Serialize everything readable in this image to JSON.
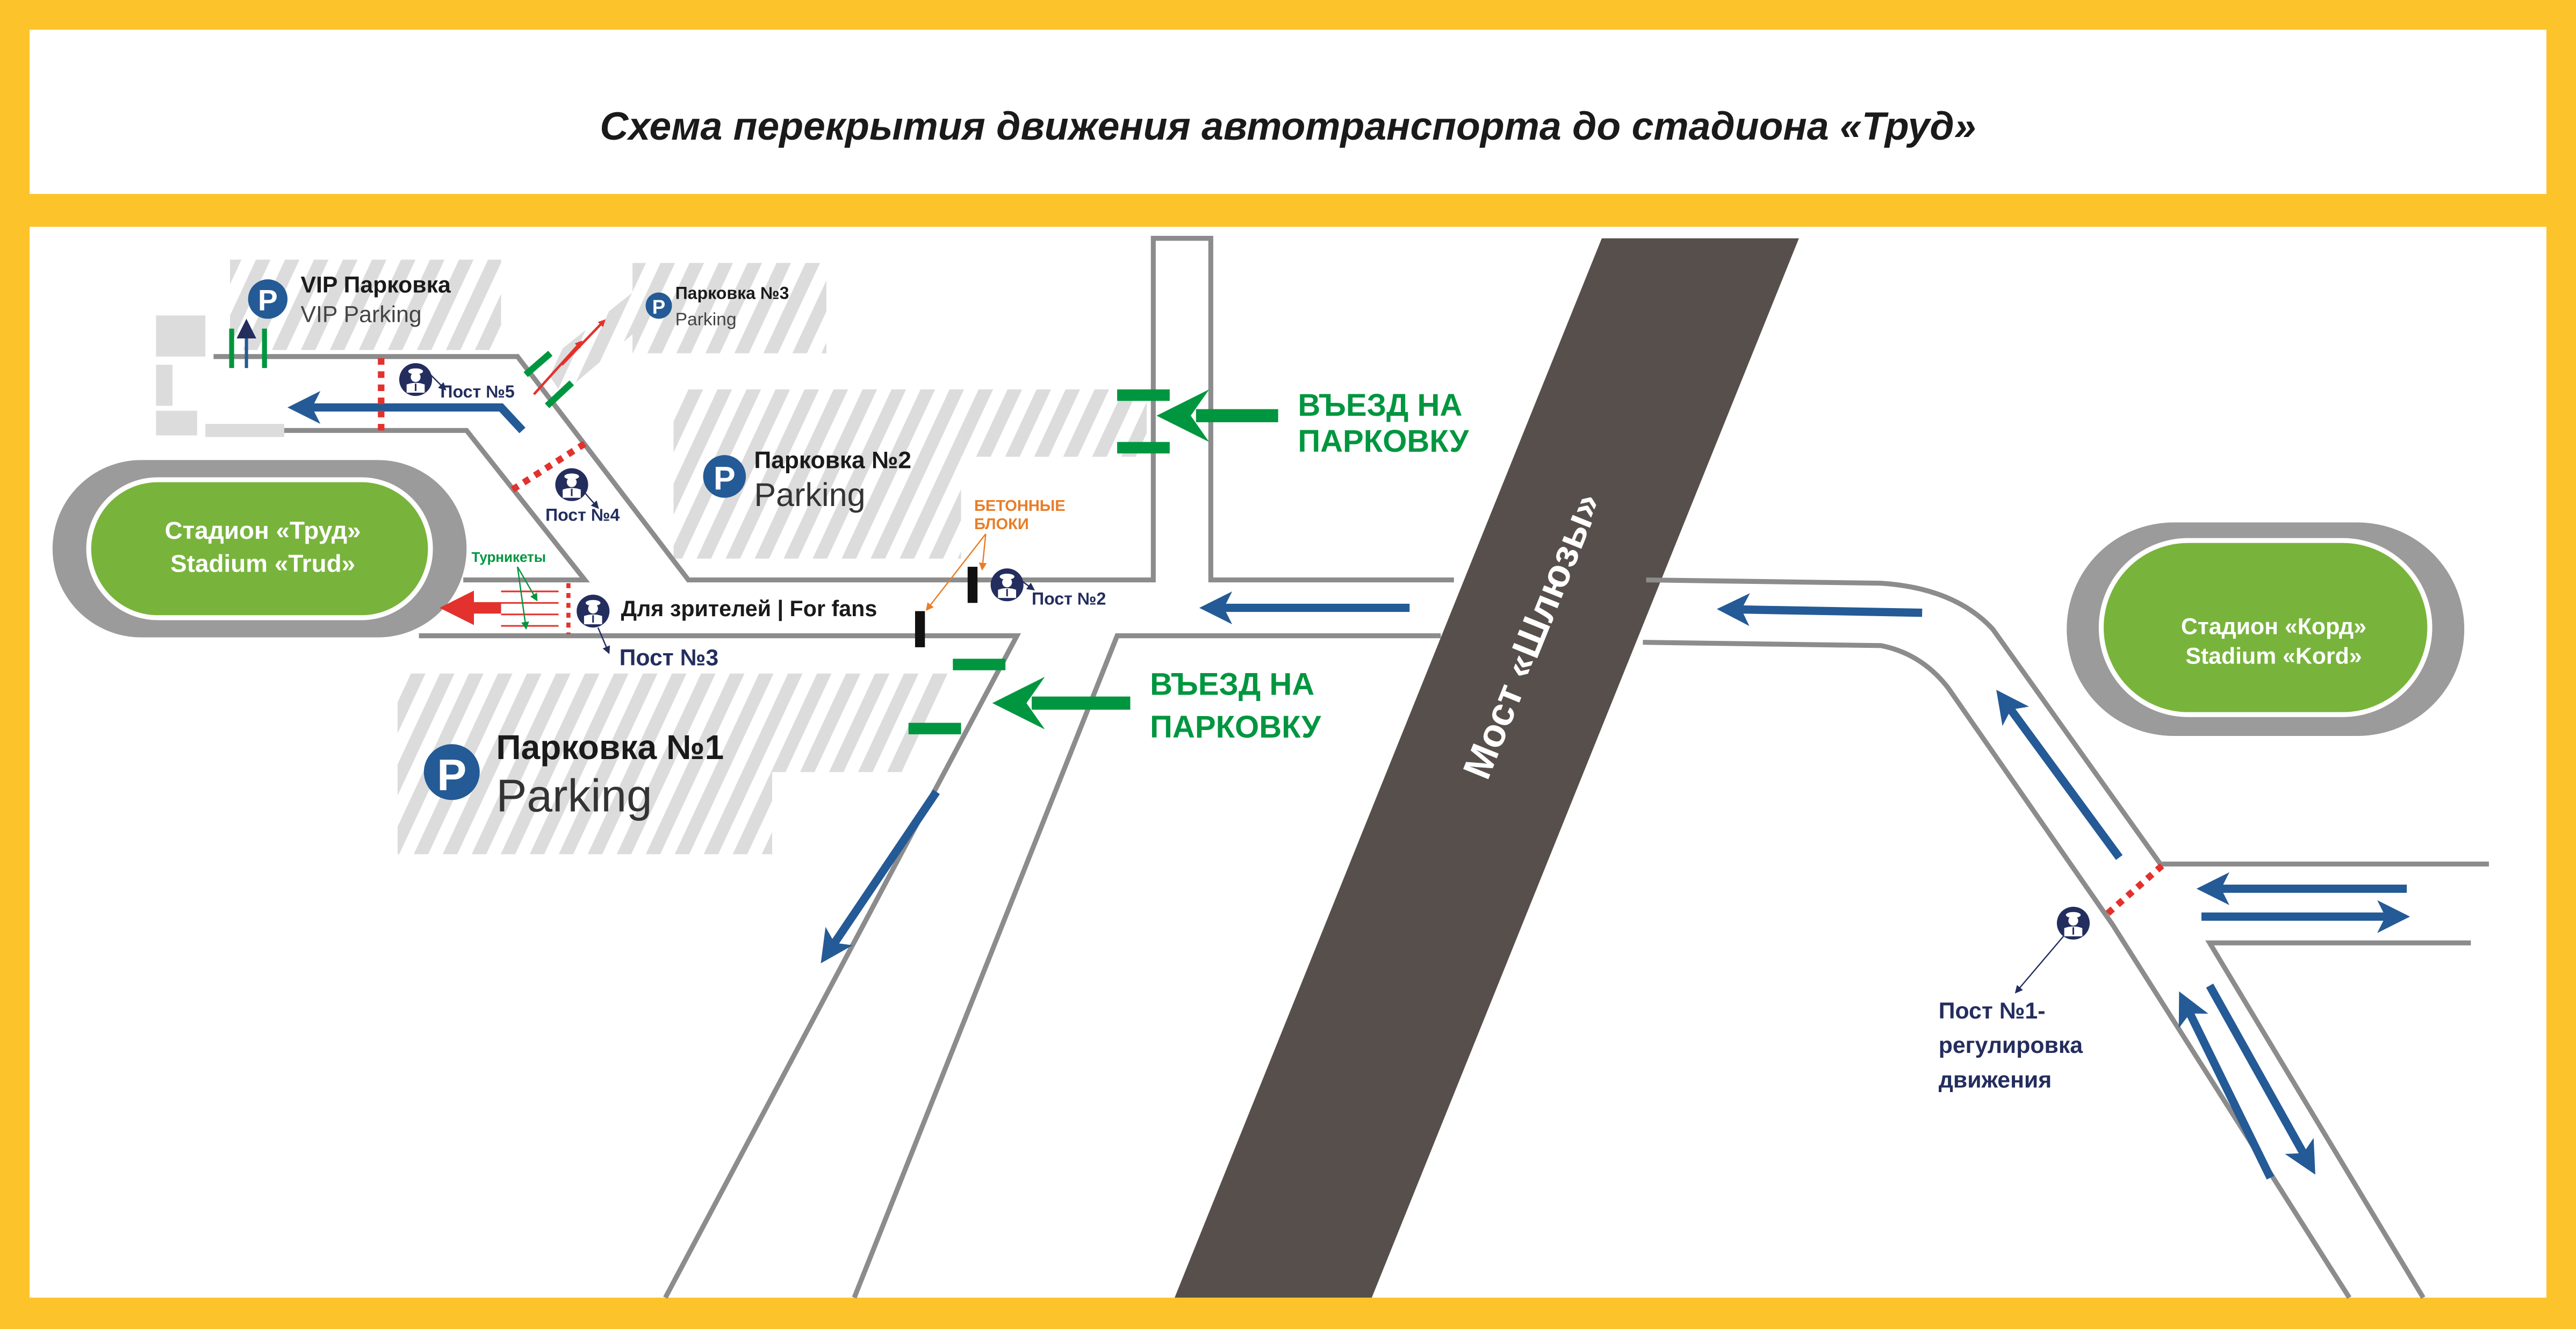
{
  "title": "Схема перекрытия движения автотранспорта до стадиона «Труд»",
  "colors": {
    "frame": "#fcc42a",
    "road": "#8c8c8c",
    "bridge": "#574f4b",
    "stadium": "#78b43c",
    "blue_arrow": "#245a96",
    "green": "#00963f",
    "red": "#e3312d",
    "navy": "#232d5e",
    "orange": "#e87d28"
  },
  "parkings": {
    "vip": {
      "line1": "VIP Парковка",
      "line2": "VIP Parking",
      "icon": "parking-icon"
    },
    "p3": {
      "line1": "Парковка №3",
      "line2": "Parking",
      "icon": "parking-icon"
    },
    "p2": {
      "line1": "Парковка №2",
      "line2": "Parking",
      "icon": "parking-icon"
    },
    "p1": {
      "line1": "Парковка №1",
      "line2": "Parking",
      "icon": "parking-icon"
    }
  },
  "stadiums": {
    "trud": {
      "line1": "Стадион «Труд»",
      "line2": "Stadium «Trud»"
    },
    "kord": {
      "line1": "Стадион «Корд»",
      "line2": "Stadium «Kord»"
    }
  },
  "bridge": "Мост «Шлюзы»",
  "entries": {
    "upper": {
      "line1": "ВЪЕЗД НА",
      "line2": "ПАРКОВКУ"
    },
    "lower": {
      "line1": "ВЪЕЗД НА",
      "line2": "ПАРКОВКУ"
    }
  },
  "posts": {
    "p1": {
      "line1": "Пост №1-",
      "line2": "регулировка",
      "line3": "движения"
    },
    "p2": "Пост №2",
    "p3": "Пост №3",
    "p4": "Пост №4",
    "p5": "Пост №5"
  },
  "labels": {
    "fans": "Для зрителей | For fans",
    "turnstiles": "Турникеты",
    "blocks1": "БЕТОННЫЕ",
    "blocks2": "БЛОКИ"
  }
}
